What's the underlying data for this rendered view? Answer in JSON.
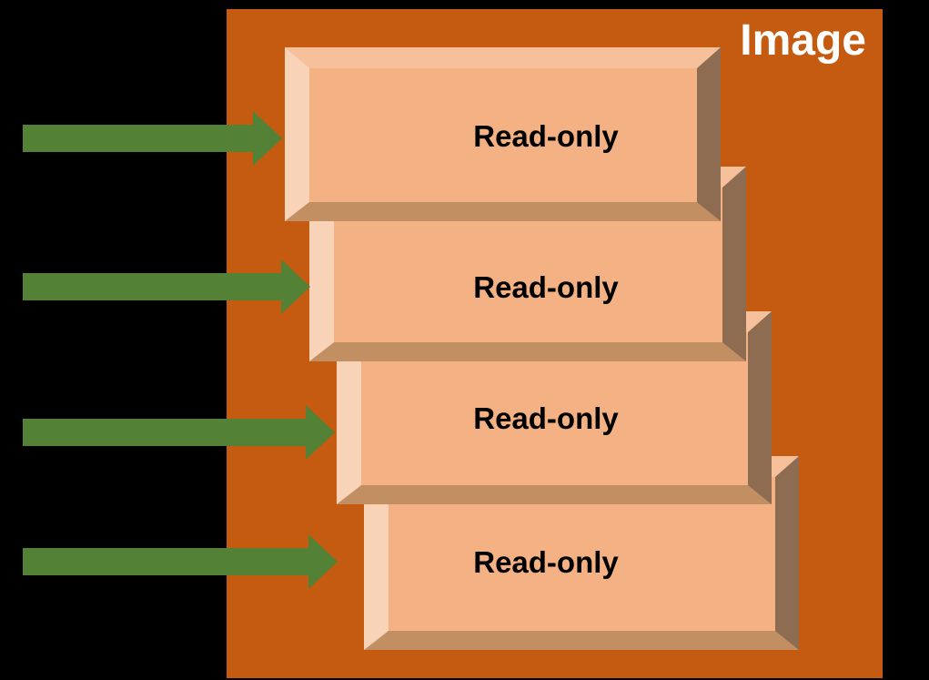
{
  "canvas": {
    "background": "#000000"
  },
  "panel": {
    "title": "Image",
    "background": "#C55A11",
    "title_color": "#FFFFFF"
  },
  "blocks": [
    {
      "label": "Read-only"
    },
    {
      "label": "Read-only"
    },
    {
      "label": "Read-only"
    },
    {
      "label": "Read-only"
    }
  ],
  "block_style": {
    "face_color": "#F4B183",
    "bevel_left_color": "#F9D3B8",
    "bevel_top_color": "#F5C09A",
    "bevel_bottom_color": "#C28F63",
    "bevel_right_color": "#8E6C51",
    "label_color": "#000000"
  },
  "arrows": {
    "count": 4,
    "color": "#538135",
    "direction": "right"
  }
}
